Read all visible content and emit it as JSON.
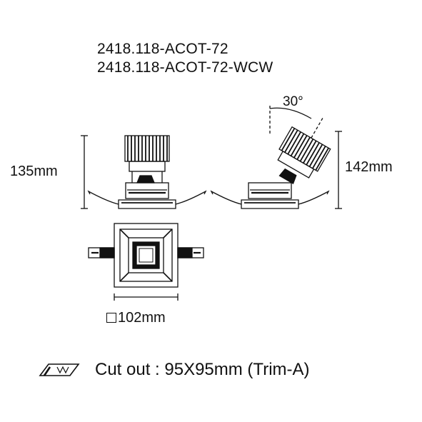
{
  "models": [
    "2418.118-ACOT-72",
    "2418.118-ACOT-72-WCW"
  ],
  "dimensions": {
    "height_fixed": "135mm",
    "height_tilted": "142mm",
    "tilt_angle": "30°",
    "trim_size": "102mm"
  },
  "cutout": {
    "label": "Cut out : 95X95mm (Trim-A)",
    "icon": "cutout-icon"
  },
  "colors": {
    "line": "#111111",
    "background": "#ffffff"
  }
}
